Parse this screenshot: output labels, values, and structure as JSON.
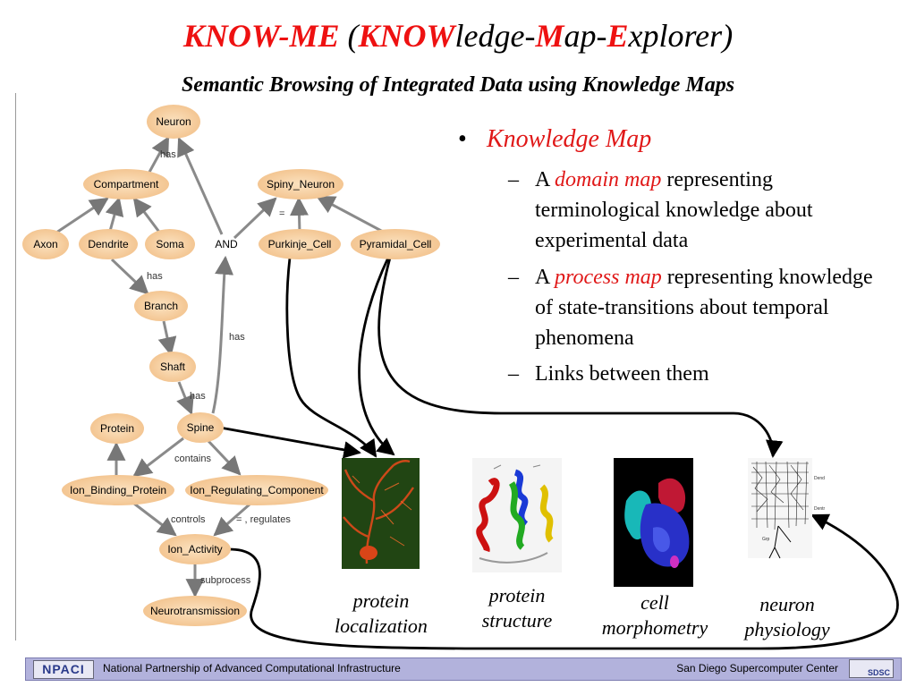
{
  "title": {
    "main": "KNOW-ME",
    "open": "(",
    "know": "KNOW",
    "ledge": "ledge-",
    "m": "M",
    "ap": "ap-",
    "e": "E",
    "xplorer": "xplorer",
    "close": ")"
  },
  "subtitle": "Semantic Browsing of Integrated Data using Knowledge Maps",
  "bullets": {
    "marker": "•",
    "main": "Knowledge Map",
    "dash": "–",
    "items": [
      {
        "prefix": "A ",
        "emph": "domain map",
        "rest": " representing terminological knowledge about experimental data"
      },
      {
        "prefix": "A ",
        "emph": "process map",
        "rest": " representing knowledge of state-transitions about  temporal phenomena"
      },
      {
        "prefix": "",
        "emph": "",
        "rest": "Links between them"
      }
    ]
  },
  "nodes": {
    "neuron": "Neuron",
    "compartment": "Compartment",
    "spiny_neuron": "Spiny_Neuron",
    "axon": "Axon",
    "dendrite": "Dendrite",
    "soma": "Soma",
    "and": "AND",
    "purkinje_cell": "Purkinje_Cell",
    "pyramidal_cell": "Pyramidal_Cell",
    "branch": "Branch",
    "shaft": "Shaft",
    "protein": "Protein",
    "spine": "Spine",
    "ion_binding_protein": "Ion_Binding_Protein",
    "ion_regulating_component": "Ion_Regulating_Component",
    "ion_activity": "Ion_Activity",
    "neurotransmission": "Neurotransmission"
  },
  "edge_labels": {
    "has1": "has",
    "has2": "has",
    "has3": "has",
    "has4": "has",
    "eq": "=",
    "contains": "contains",
    "controls": "controls",
    "regulates": "= , regulates",
    "subprocess": "subprocess"
  },
  "captions": {
    "localization": [
      "protein",
      "localization"
    ],
    "structure": [
      "protein",
      "structure"
    ],
    "morphometry": [
      "cell",
      "morphometry"
    ],
    "physiology": [
      "neuron",
      "physiology"
    ]
  },
  "footer": {
    "left": "National Partnership of Advanced Computational Infrastructure",
    "right": "San Diego Supercomputer Center",
    "logo_left": "NPACI",
    "logo_right": "SDSC"
  },
  "colors": {
    "node_fill": "#f7cf9c",
    "accent_red": "#ee1111",
    "footer_bg": "#b2b2dc"
  }
}
